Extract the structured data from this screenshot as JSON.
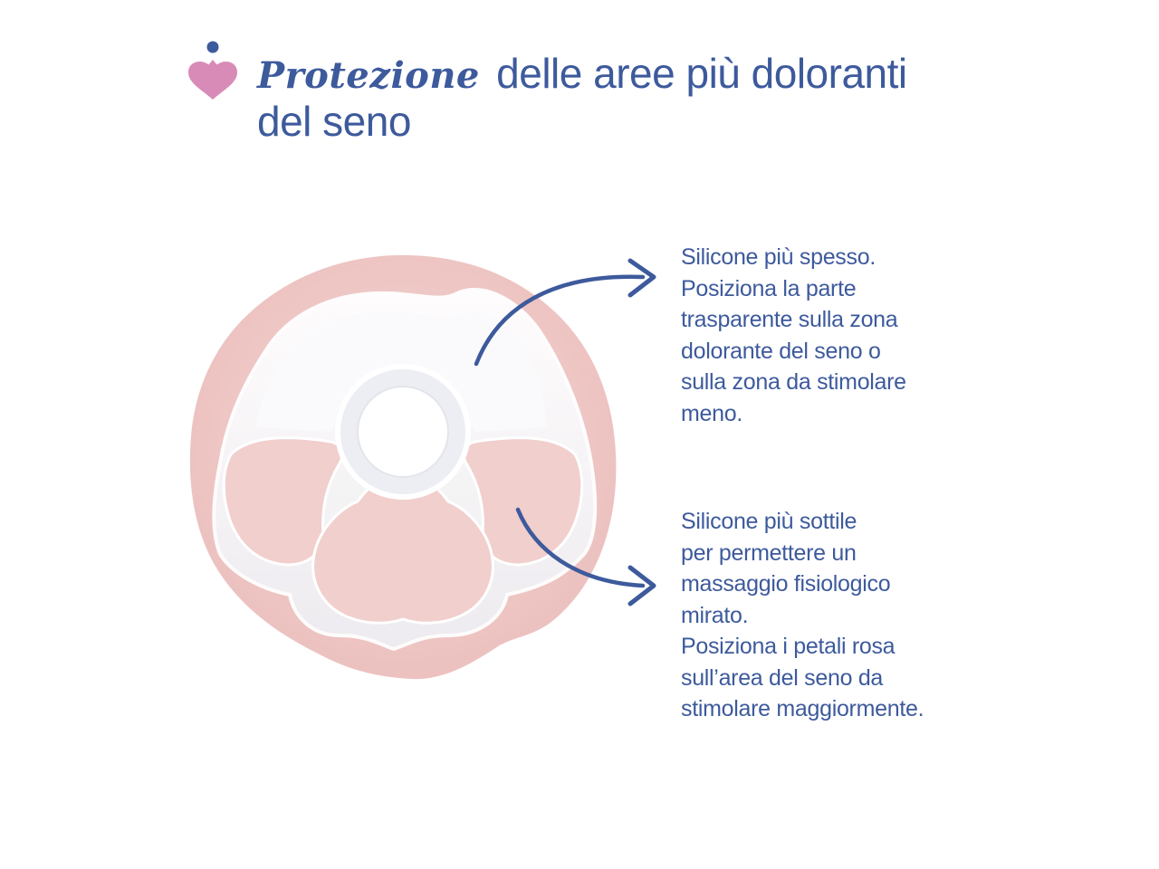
{
  "header": {
    "title_emphasis": "Protezione",
    "title_rest": "delle aree più doloranti del seno"
  },
  "callouts": [
    {
      "text": "Silicone più spesso.\nPosiziona la parte\ntrasparente sulla zona\ndolorante del seno o\nsulla zona da stimolare\nmeno."
    },
    {
      "text": "Silicone più sottile\nper permettere un\nmassaggio fisiologico\nmirato.\nPosiziona i petali rosa\nsull’area del seno da\nstimolare maggiormente."
    }
  ],
  "colors": {
    "text_blue": "#3d5a9c",
    "logo_pink": "#d98bb8",
    "shield_pink": "#efc8c6",
    "petal_pink": "#f1cfcd",
    "clear_silicone": "#f7f7f9"
  },
  "icons": {
    "logo": "heart-drop-icon",
    "arrows": "curved-arrow-icon"
  }
}
